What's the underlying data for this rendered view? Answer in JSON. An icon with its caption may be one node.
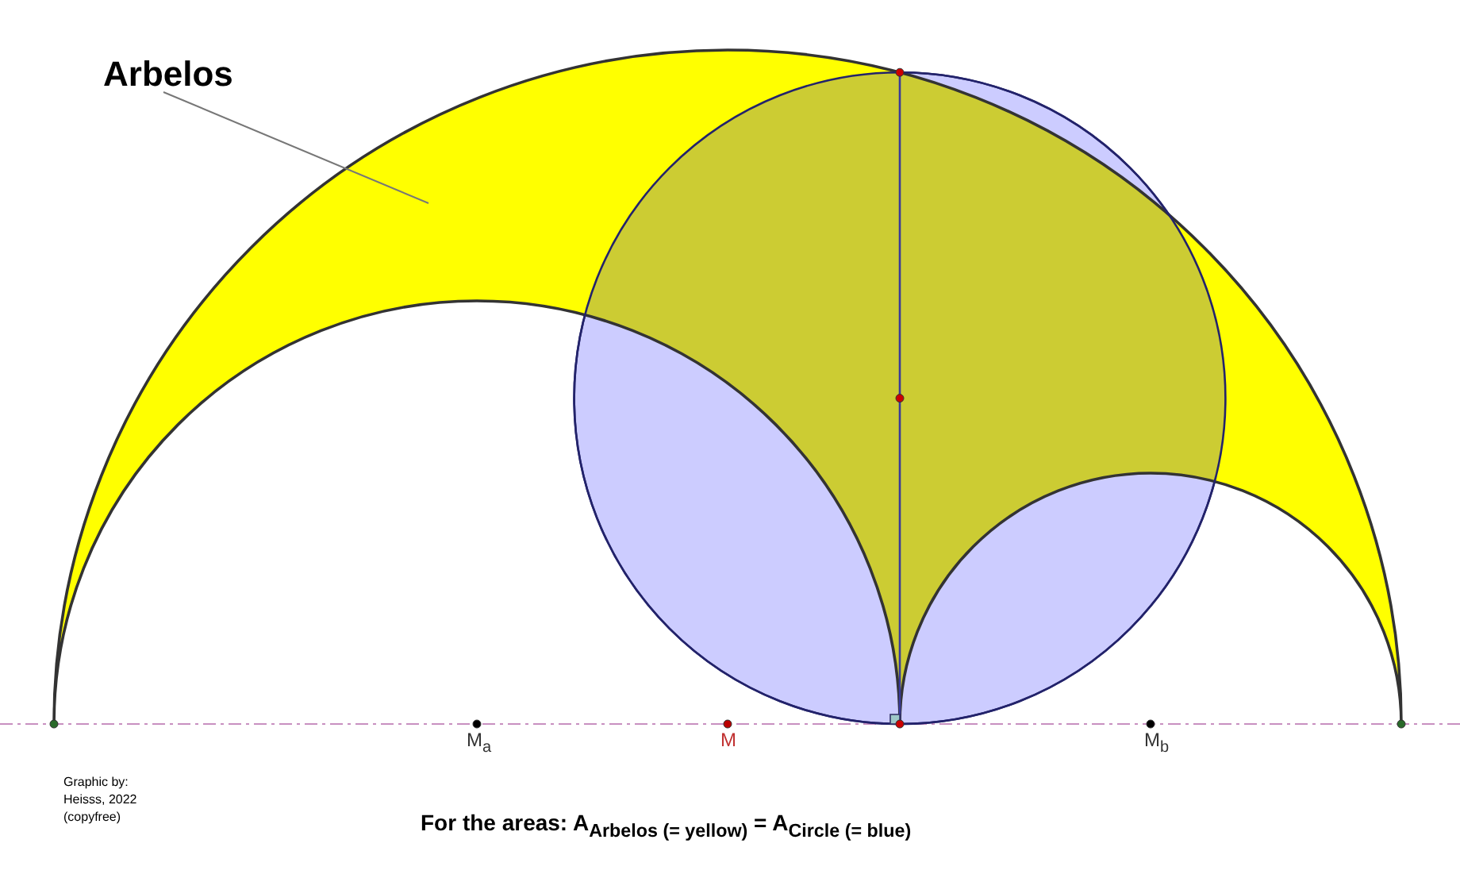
{
  "diagram": {
    "nodes": [
      {
        "text": [
          "Arbelos"
        ]
      },
      {
        "text": [],
        "shape": "crescent"
      }
    ],
    "edges": [
      {
        "from": 0,
        "to": 1,
        "arrow": "none"
      }
    ],
    "labels": [
      "M$_{a}$",
      "M",
      "M$_{b}$",
      "Graphic by:",
      "Heisss, 2022",
      "(copyfree)",
      "For the areas:  A$_{Arbelos (= yellow)}$ = A$_{Circle (= blue)}$"
    ]
  }
}
